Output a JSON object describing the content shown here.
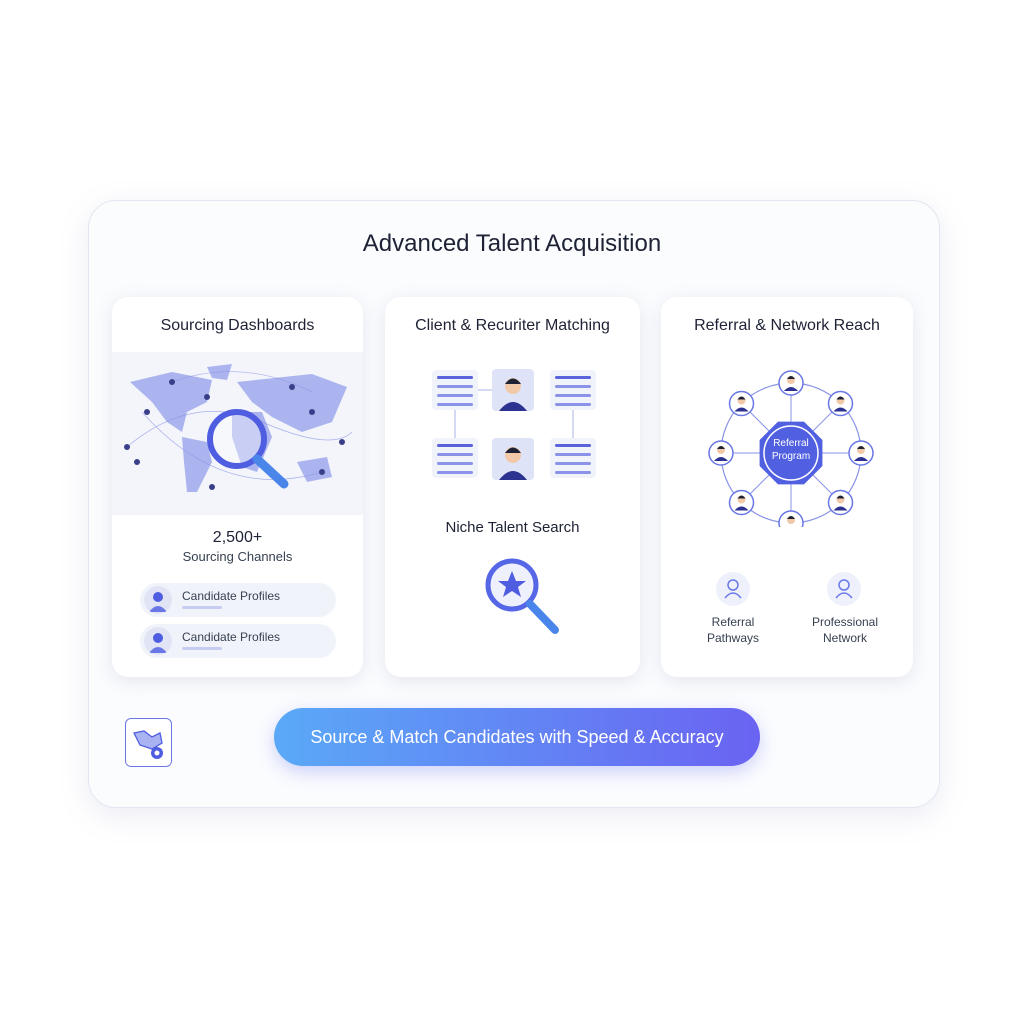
{
  "title": "Advanced Talent Acquisition",
  "cards": [
    {
      "title": "Sourcing Dashboards",
      "stat": "2,500+",
      "stat_label": "Sourcing Channels",
      "items": [
        "Candidate Profiles",
        "Candidate Profiles"
      ]
    },
    {
      "title": "Client & Recuriter Matching",
      "subtitle": "Niche Talent Search"
    },
    {
      "title": "Referral & Network Reach",
      "hub": [
        "Referral",
        "Program"
      ],
      "items": [
        {
          "line1": "Referral",
          "line2": "Pathways"
        },
        {
          "line1": "Professional",
          "line2": "Network"
        }
      ]
    }
  ],
  "cta": "Source & Match Candidates with Speed & Accuracy",
  "colors": {
    "accent": "#5b63dc",
    "gradient_start": "#5aa9f7",
    "gradient_end": "#6a63f2"
  },
  "icons": [
    "world-map-icon",
    "magnifier-icon",
    "person-icon",
    "star-search-icon",
    "handshake-gear-icon"
  ]
}
